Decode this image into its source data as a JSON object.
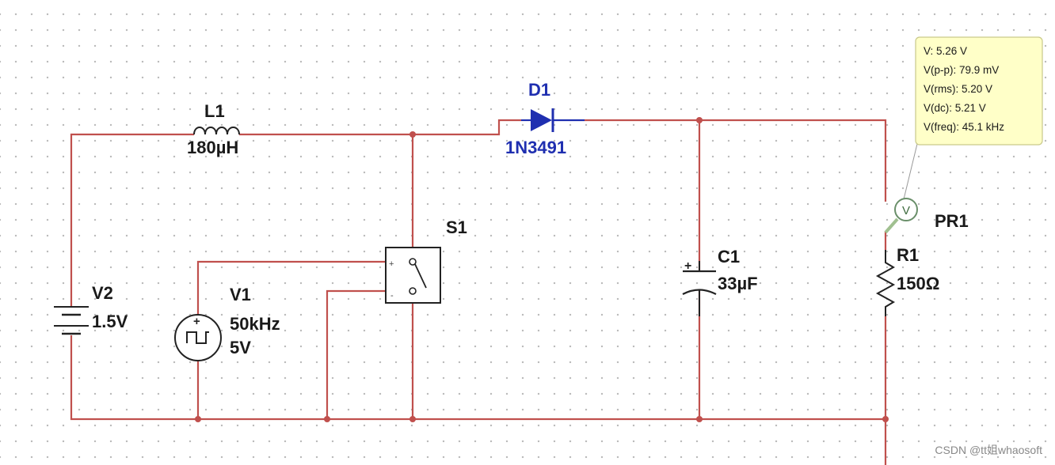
{
  "colors": {
    "wire": "#c0504d",
    "component": "#222222",
    "diode": "#1f2fb0",
    "probe_box": "#ffffc8",
    "probe_border": "#c9c98a",
    "probe_lead": "#a0c090"
  },
  "components": {
    "inductor": {
      "ref": "L1",
      "value": "180µH"
    },
    "diode": {
      "ref": "D1",
      "value": "1N3491"
    },
    "switch": {
      "ref": "S1",
      "plus_mark": "+",
      "minus_mark": "-"
    },
    "capacitor": {
      "ref": "C1",
      "value": "33µF",
      "plus_mark": "+"
    },
    "resistor": {
      "ref": "R1",
      "value": "150Ω"
    },
    "battery": {
      "ref": "V2",
      "value": "1.5V"
    },
    "pulse_source": {
      "ref": "V1",
      "frequency": "50kHz",
      "amplitude": "5V",
      "plus_mark": "+"
    },
    "probe": {
      "ref": "PR1",
      "symbol": "V"
    }
  },
  "probe_readout": [
    "V: 5.26 V",
    "V(p-p): 79.9 mV",
    "V(rms): 5.20 V",
    "V(dc): 5.21 V",
    "V(freq): 45.1 kHz"
  ],
  "watermark": "CSDN @tt姐whaosoft"
}
